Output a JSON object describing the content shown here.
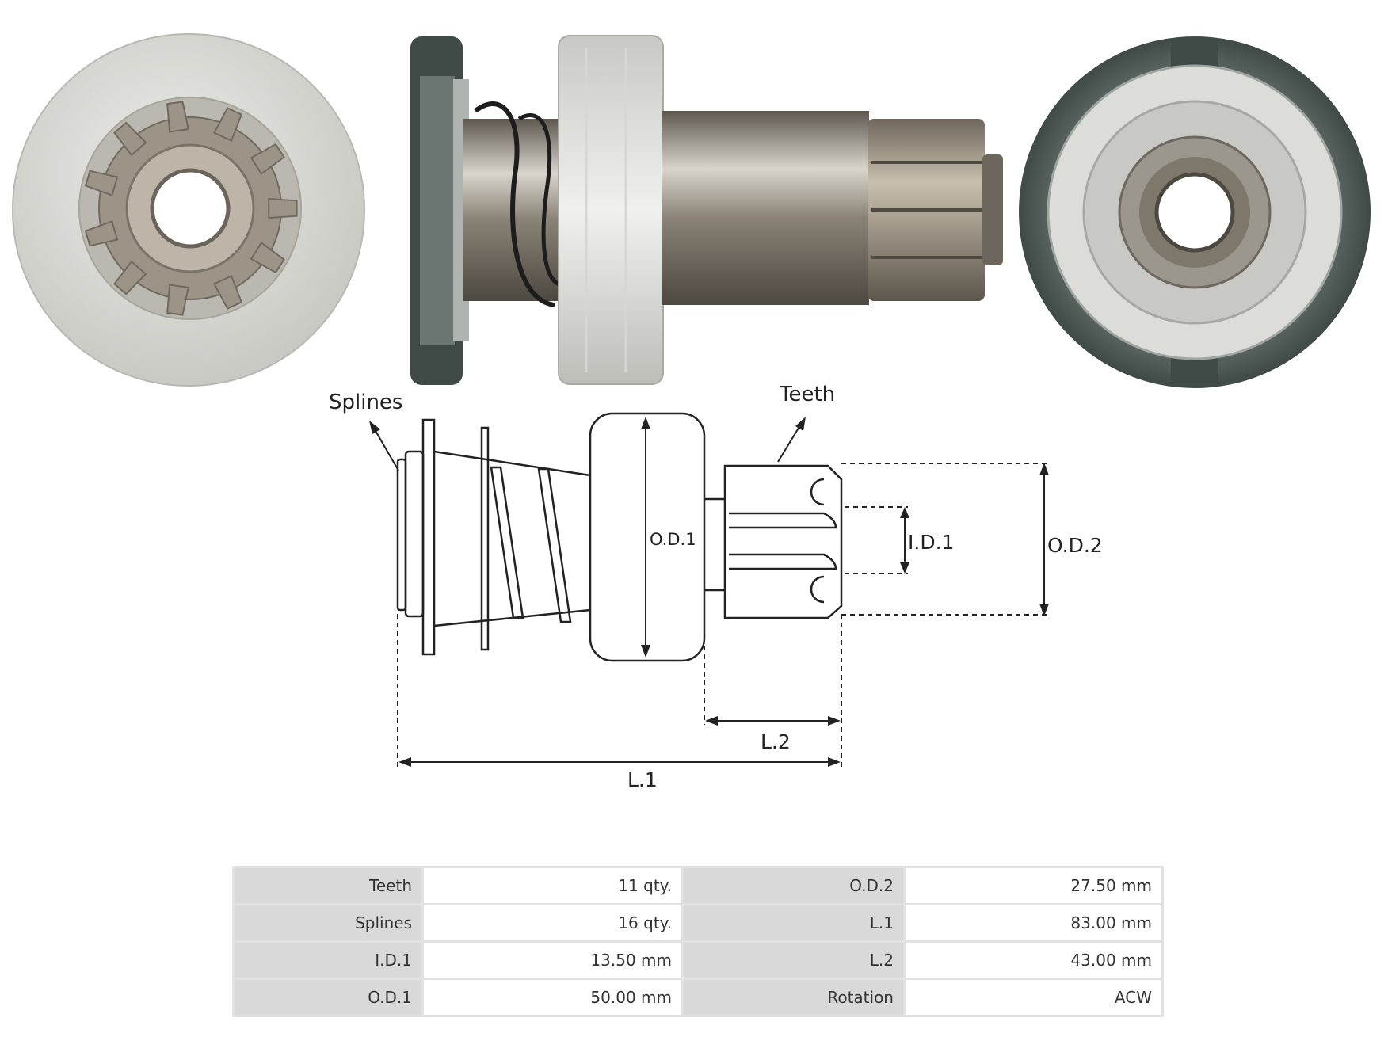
{
  "diagram": {
    "labels": {
      "splines": "Splines",
      "teeth": "Teeth",
      "od1": "O.D.1",
      "id1": "I.D.1",
      "od2": "O.D.2",
      "l1": "L.1",
      "l2": "L.2"
    }
  },
  "specs": {
    "rows": [
      {
        "k1": "Teeth",
        "v1": "11 qty.",
        "k2": "O.D.2",
        "v2": "27.50 mm"
      },
      {
        "k1": "Splines",
        "v1": "16 qty.",
        "k2": "L.1",
        "v2": "83.00 mm"
      },
      {
        "k1": "I.D.1",
        "v1": "13.50 mm",
        "k2": "L.2",
        "v2": "43.00 mm"
      },
      {
        "k1": "O.D.1",
        "v1": "50.00 mm",
        "k2": "Rotation",
        "v2": "ACW"
      }
    ]
  },
  "colors": {
    "housing": "#d4d4d0",
    "gear": "#9c9486",
    "shaft": "#7e776c",
    "rubber": "#3f4a47"
  }
}
